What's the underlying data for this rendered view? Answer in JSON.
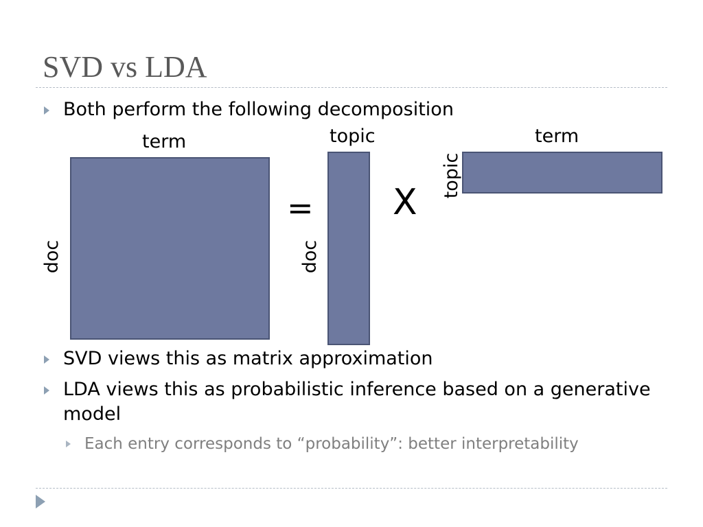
{
  "slide": {
    "title": "SVD vs LDA",
    "bullets": [
      "Both perform the following decomposition",
      "SVD views this as matrix approximation",
      "LDA views this as probabilistic inference based on a generative model"
    ],
    "sub_bullets": [
      "Each entry corresponds to “probability”: better interpretability"
    ]
  },
  "diagram": {
    "matrix_left": {
      "top_label": "term",
      "side_label": "doc"
    },
    "equals_sign": "=",
    "matrix_middle": {
      "top_label": "topic",
      "side_label": "doc"
    },
    "times_sign": "X",
    "matrix_right": {
      "top_label": "term",
      "side_label": "topic"
    },
    "fill_color": "#6e799f"
  }
}
